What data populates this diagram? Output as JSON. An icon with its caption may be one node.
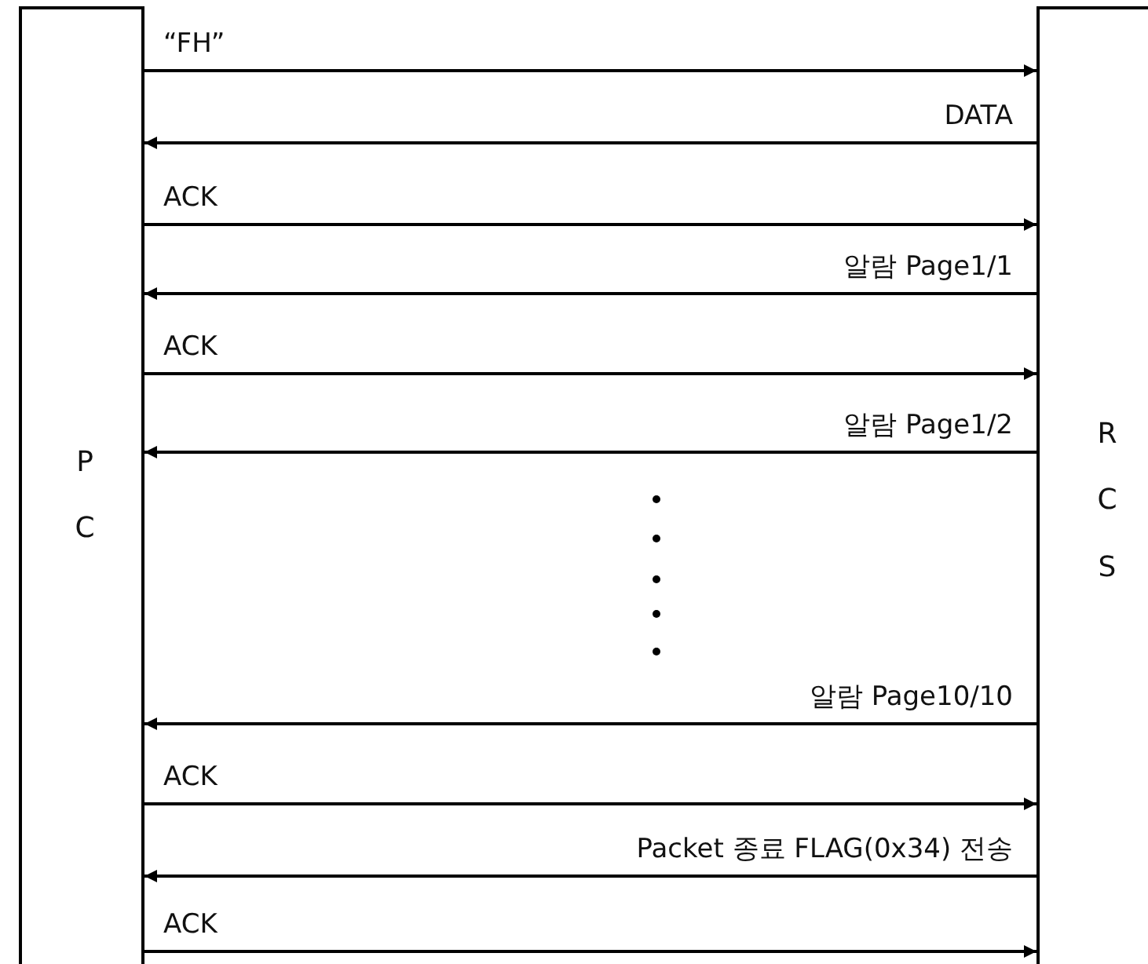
{
  "diagram": {
    "nodes": [
      {
        "text": [
          "PC"
        ]
      },
      {
        "text": [
          "RCS"
        ]
      }
    ],
    "edges": [
      {
        "from": 0,
        "to": 1,
        "arrow": "to",
        "label": "“FH”"
      },
      {
        "from": 1,
        "to": 0,
        "arrow": "to",
        "label": "DATA"
      },
      {
        "from": 0,
        "to": 1,
        "arrow": "to",
        "label": "ACK"
      },
      {
        "from": 1,
        "to": 0,
        "arrow": "to",
        "label": "알람 Page1/1"
      },
      {
        "from": 0,
        "to": 1,
        "arrow": "to",
        "label": "ACK"
      },
      {
        "from": 1,
        "to": 0,
        "arrow": "to",
        "label": "알람 Page1/2"
      },
      {
        "from": 1,
        "to": 0,
        "arrow": "to",
        "label": "알람 Page10/10"
      },
      {
        "from": 0,
        "to": 1,
        "arrow": "to",
        "label": "ACK"
      },
      {
        "from": 1,
        "to": 0,
        "arrow": "to",
        "label": "Packet 종료 FLAG(0x34) 전송"
      },
      {
        "from": 0,
        "to": 1,
        "arrow": "to",
        "label": "ACK"
      }
    ]
  }
}
